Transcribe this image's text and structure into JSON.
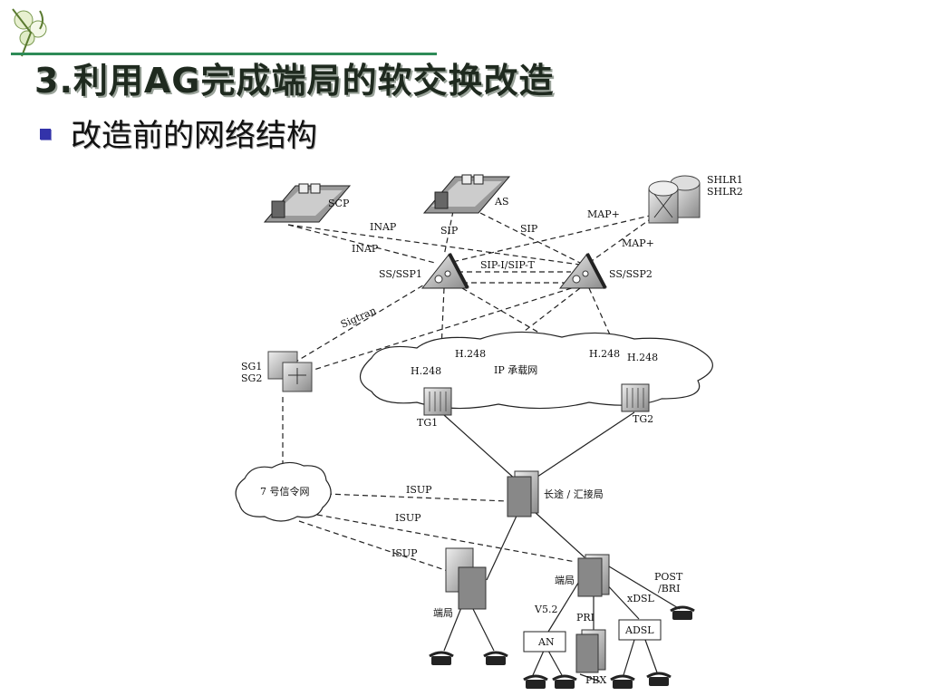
{
  "slide": {
    "title": "3.利用AG完成端局的软交换改造",
    "subtitle": "改造前的网络结构"
  },
  "diagram": {
    "nodes": {
      "scp": "SCP",
      "as": "AS",
      "shlr1": "SHLR1",
      "shlr2": "SHLR2",
      "ss1": "SS/SSP1",
      "ss2": "SS/SSP2",
      "sg1": "SG1",
      "sg2": "SG2",
      "ip_net": "IP 承载网",
      "tg1": "TG1",
      "tg2": "TG2",
      "ss7": "7 号信令网",
      "tandem": "长途 / 汇接局",
      "local1": "端局",
      "local2": "端局",
      "an": "AN",
      "adsl": "ADSL",
      "pbx": "PBX"
    },
    "links": {
      "inap1": "INAP",
      "inap2": "INAP",
      "sip1": "SIP",
      "sip2": "SIP",
      "map1": "MAP+",
      "map2": "MAP+",
      "sip_i": "SIP-I/SIP-T",
      "sigtran": "Sigtran",
      "h248_1": "H.248",
      "h248_2": "H.248",
      "h248_3": "H.248",
      "h248_4": "H.248",
      "isup1": "ISUP",
      "isup2": "ISUP",
      "isup3": "ISUP",
      "v52": "V5.2",
      "pri": "PRI",
      "xdsl": "xDSL",
      "post1": "POST",
      "post2": "/BRI"
    }
  },
  "colors": {
    "accent": "#2e8b57",
    "bullet": "#3333aa"
  }
}
